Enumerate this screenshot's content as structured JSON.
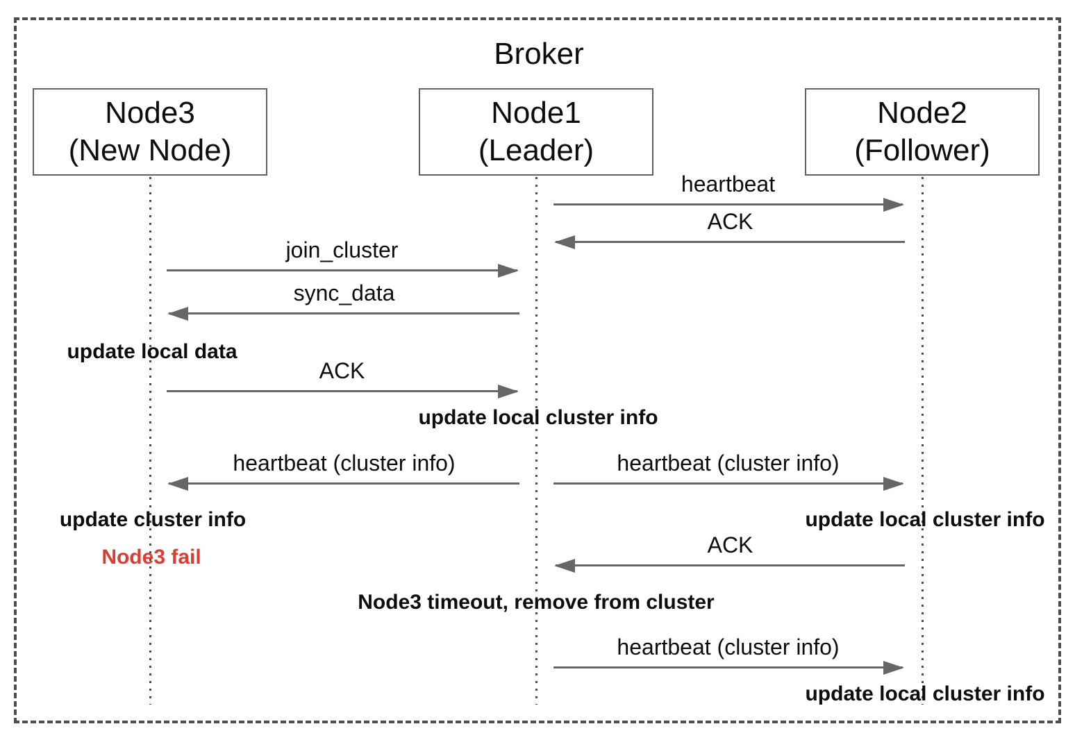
{
  "title": "Broker",
  "actors": [
    {
      "name": "Node3",
      "role": "(New Node)"
    },
    {
      "name": "Node1",
      "role": "(Leader)"
    },
    {
      "name": "Node2",
      "role": "(Follower)"
    }
  ],
  "messages": [
    {
      "label": "heartbeat",
      "from": "Node1",
      "to": "Node2"
    },
    {
      "label": "ACK",
      "from": "Node2",
      "to": "Node1"
    },
    {
      "label": "join_cluster",
      "from": "Node3",
      "to": "Node1"
    },
    {
      "label": "sync_data",
      "from": "Node1",
      "to": "Node3"
    },
    {
      "label": "ACK",
      "from": "Node3",
      "to": "Node1"
    },
    {
      "label": "heartbeat (cluster info)",
      "from": "Node1",
      "to": "Node3"
    },
    {
      "label": "heartbeat (cluster info)",
      "from": "Node1",
      "to": "Node2"
    },
    {
      "label": "ACK",
      "from": "Node2",
      "to": "Node1"
    },
    {
      "label": "heartbeat (cluster info)",
      "from": "Node1",
      "to": "Node2"
    }
  ],
  "notes": [
    {
      "text": "update local data",
      "actor": "Node3",
      "style": "bold"
    },
    {
      "text": "update local cluster info",
      "actor": "Node1",
      "style": "bold"
    },
    {
      "text": "update cluster info",
      "actor": "Node3",
      "style": "bold"
    },
    {
      "text": "update local cluster info",
      "actor": "Node2",
      "style": "bold"
    },
    {
      "text": "Node3 fail",
      "actor": "Node3",
      "style": "bold-red"
    },
    {
      "text": "Node3 timeout, remove from cluster",
      "actor": "Node1",
      "style": "bold"
    },
    {
      "text": "update local cluster info",
      "actor": "Node2",
      "style": "bold"
    }
  ],
  "colors": {
    "arrow": "#666666",
    "lifeline": "#4d4d4d",
    "boundary": "#4d4d4d",
    "text": "#0d0d0d",
    "fail_red": "#e03b30",
    "background": "#ffffff"
  }
}
